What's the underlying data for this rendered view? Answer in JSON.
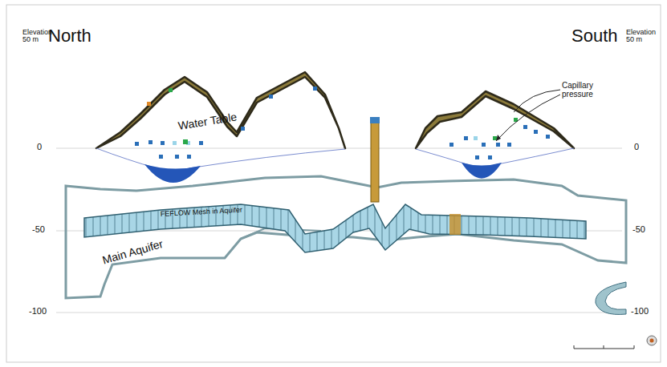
{
  "diagram": {
    "labels": [
      "Elevation 50 m",
      "North",
      "South",
      "Elevation 50 m",
      "Capillary pressure",
      "0",
      "Water Table",
      "0",
      "FEFLOW Mesh in Aquifer",
      "-50",
      "-50",
      "Main Aquifer",
      "-100",
      "-100"
    ]
  }
}
